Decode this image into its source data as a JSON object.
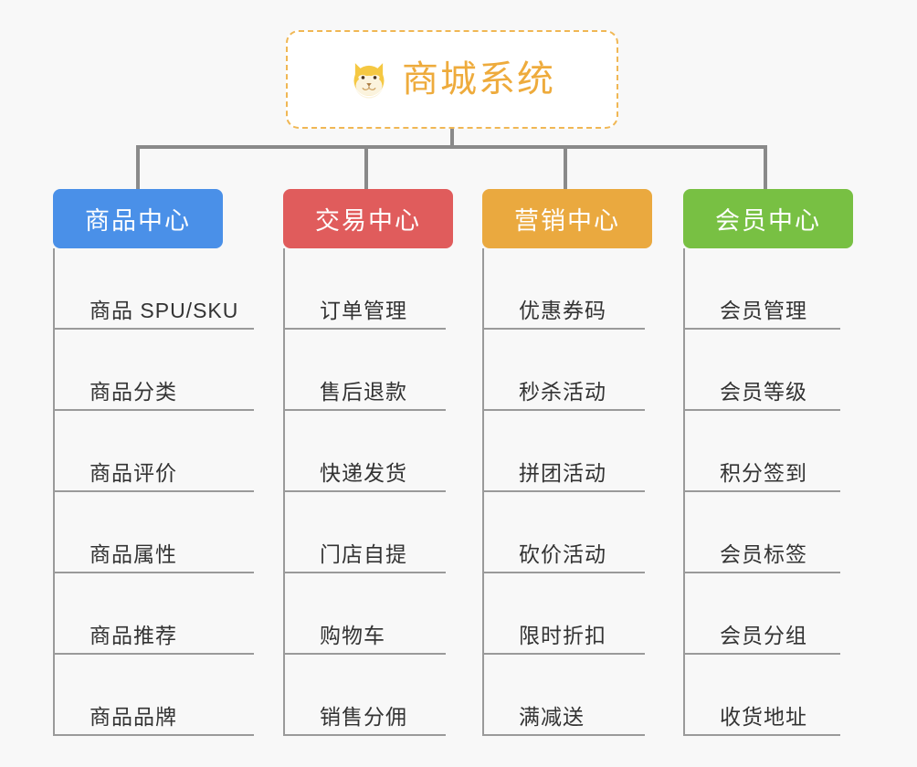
{
  "background_color": "#f8f8f8",
  "root": {
    "title": "商城系统",
    "icon": "shiba-dog-face-emoji",
    "text_color": "#eeab3c",
    "border_color": "#f0b754",
    "fill_color": "#ffffff"
  },
  "connector_color": "#8a8a8a",
  "leaf_line_color": "#9a9a9a",
  "leaf_text_color": "#333333",
  "categories": [
    {
      "label": "商品中心",
      "color": "#4a90e8",
      "items": [
        "商品 SPU/SKU",
        "商品分类",
        "商品评价",
        "商品属性",
        "商品推荐",
        "商品品牌"
      ]
    },
    {
      "label": "交易中心",
      "color": "#e05c5c",
      "items": [
        "订单管理",
        "售后退款",
        "快递发货",
        "门店自提",
        "购物车",
        "销售分佣"
      ]
    },
    {
      "label": "营销中心",
      "color": "#eaa93f",
      "items": [
        "优惠券码",
        "秒杀活动",
        "拼团活动",
        "砍价活动",
        "限时折扣",
        "满减送"
      ]
    },
    {
      "label": "会员中心",
      "color": "#78c043",
      "items": [
        "会员管理",
        "会员等级",
        "积分签到",
        "会员标签",
        "会员分组",
        "收货地址"
      ]
    }
  ]
}
